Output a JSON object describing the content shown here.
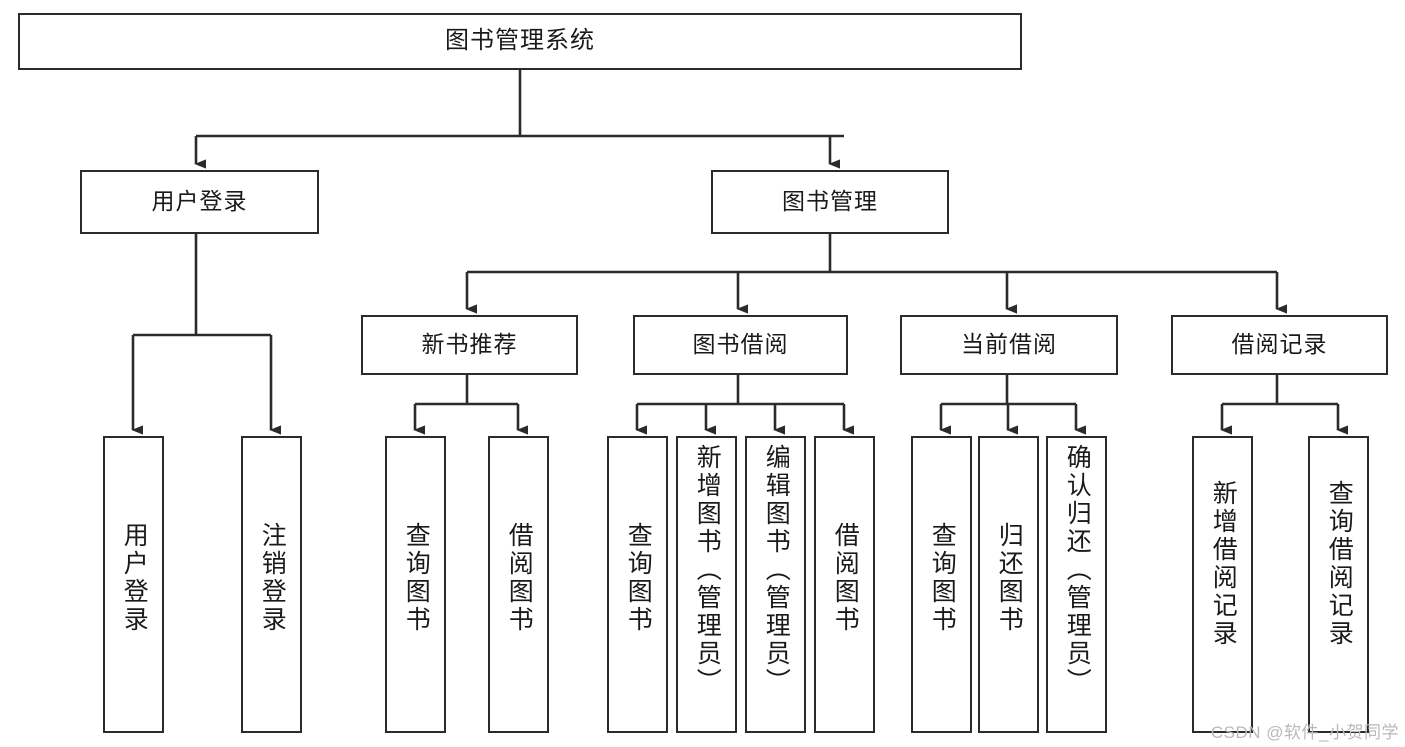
{
  "diagram": {
    "title": "图书管理系统",
    "type": "tree-hierarchy-chart",
    "colors": {
      "stroke": "#2b2b2b",
      "fill": "#ffffff",
      "text": "#1a1a1a",
      "watermark": "#b9b9b9"
    },
    "watermark": "CSDN @软件_小贺同学",
    "root": {
      "id": "root",
      "label": "图书管理系统",
      "orientation": "horizontal"
    },
    "level2": [
      {
        "id": "user-login",
        "label": "用户登录",
        "orientation": "horizontal"
      },
      {
        "id": "book-manage",
        "label": "图书管理",
        "orientation": "horizontal"
      }
    ],
    "level3": [
      {
        "id": "new-book-recommend",
        "label": "新书推荐",
        "orientation": "horizontal",
        "parent": "book-manage"
      },
      {
        "id": "book-borrow",
        "label": "图书借阅",
        "orientation": "horizontal",
        "parent": "book-manage"
      },
      {
        "id": "current-borrow",
        "label": "当前借阅",
        "orientation": "horizontal",
        "parent": "book-manage"
      },
      {
        "id": "borrow-record",
        "label": "借阅记录",
        "orientation": "horizontal",
        "parent": "book-manage"
      }
    ],
    "leaves": [
      {
        "id": "leaf-user-login",
        "label": "用户登录",
        "orientation": "vertical",
        "parent": "user-login"
      },
      {
        "id": "leaf-user-logout",
        "label": "注销登录",
        "orientation": "vertical",
        "parent": "user-login"
      },
      {
        "id": "leaf-query-book-1",
        "label": "查询图书",
        "orientation": "vertical",
        "parent": "new-book-recommend"
      },
      {
        "id": "leaf-borrow-book-1",
        "label": "借阅图书",
        "orientation": "vertical",
        "parent": "new-book-recommend"
      },
      {
        "id": "leaf-query-book-2",
        "label": "查询图书",
        "orientation": "vertical",
        "parent": "book-borrow"
      },
      {
        "id": "leaf-add-book",
        "label": "新增图书（管理员）",
        "orientation": "vertical",
        "parent": "book-borrow"
      },
      {
        "id": "leaf-edit-book",
        "label": "编辑图书（管理员）",
        "orientation": "vertical",
        "parent": "book-borrow"
      },
      {
        "id": "leaf-borrow-book-2",
        "label": "借阅图书",
        "orientation": "vertical",
        "parent": "book-borrow"
      },
      {
        "id": "leaf-query-book-3",
        "label": "查询图书",
        "orientation": "vertical",
        "parent": "current-borrow"
      },
      {
        "id": "leaf-return-book",
        "label": "归还图书",
        "orientation": "vertical",
        "parent": "current-borrow"
      },
      {
        "id": "leaf-confirm-return",
        "label": "确认归还（管理员）",
        "orientation": "vertical",
        "parent": "current-borrow"
      },
      {
        "id": "leaf-add-record",
        "label": "新增借阅记录",
        "orientation": "vertical",
        "parent": "borrow-record"
      },
      {
        "id": "leaf-query-record",
        "label": "查询借阅记录",
        "orientation": "vertical",
        "parent": "borrow-record"
      }
    ]
  }
}
